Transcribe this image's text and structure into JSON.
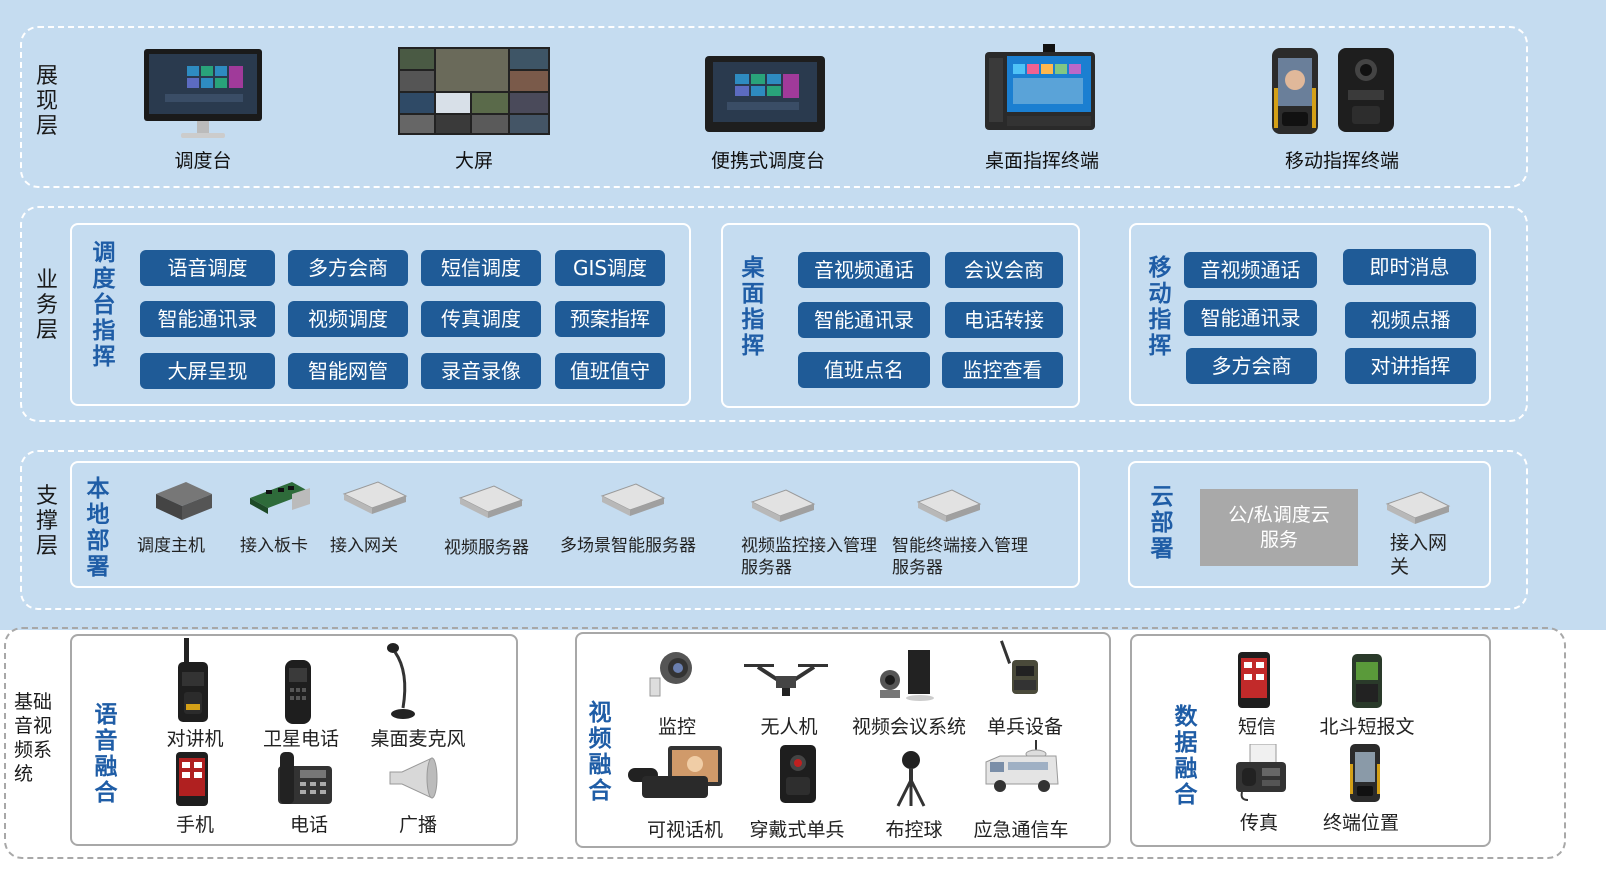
{
  "layers": {
    "presentation": {
      "label": "展现层",
      "devices": [
        {
          "name": "调度台",
          "icon": "monitor-icon"
        },
        {
          "name": "大屏",
          "icon": "video-wall-icon"
        },
        {
          "name": "便携式调度台",
          "icon": "tablet-icon"
        },
        {
          "name": "桌面指挥终端",
          "icon": "desk-phone-terminal-icon"
        },
        {
          "name": "移动指挥终端",
          "icon": "rugged-phone-icon"
        }
      ]
    },
    "business": {
      "label": "业务层",
      "groups": [
        {
          "title": "调度台指挥",
          "buttons": [
            "语音调度",
            "多方会商",
            "短信调度",
            "GIS调度",
            "智能通讯录",
            "视频调度",
            "传真调度",
            "预案指挥",
            "大屏呈现",
            "智能网管",
            "录音录像",
            "值班值守"
          ]
        },
        {
          "title": "桌面指挥",
          "buttons": [
            "音视频通话",
            "会议会商",
            "智能通讯录",
            "电话转接",
            "值班点名",
            "监控查看"
          ]
        },
        {
          "title": "移动指挥",
          "buttons": [
            "音视频通话",
            "即时消息",
            "智能通讯录",
            "视频点播",
            "多方会商",
            "对讲指挥"
          ]
        }
      ]
    },
    "support": {
      "label": "支撑层",
      "local": {
        "title": "本地部署",
        "items": [
          "调度主机",
          "接入板卡",
          "接入网关",
          "视频服务器",
          "多场景智能服务器",
          "视频监控接入管理服务器",
          "智能终端接入管理服务器"
        ]
      },
      "cloud": {
        "title": "云部署",
        "service": "公/私调度云服务",
        "gateway": "接入网关"
      }
    }
  },
  "base": {
    "label": "基础音视频系统",
    "voice": {
      "title": "语音融合",
      "items": [
        "对讲机",
        "卫星电话",
        "桌面麦克风",
        "手机",
        "电话",
        "广播"
      ]
    },
    "video": {
      "title": "视频融合",
      "items": [
        "监控",
        "无人机",
        "视频会议系统",
        "单兵设备",
        "可视话机",
        "穿戴式单兵",
        "布控球",
        "应急通信车"
      ]
    },
    "data": {
      "title": "数据融合",
      "items": [
        "短信",
        "北斗短报文",
        "传真",
        "终端位置"
      ]
    }
  },
  "colors": {
    "background": "#c5dcf0",
    "button": "#1f5b97",
    "title_blue": "#1f5da6",
    "cloud_box": "#a9a9a9"
  }
}
